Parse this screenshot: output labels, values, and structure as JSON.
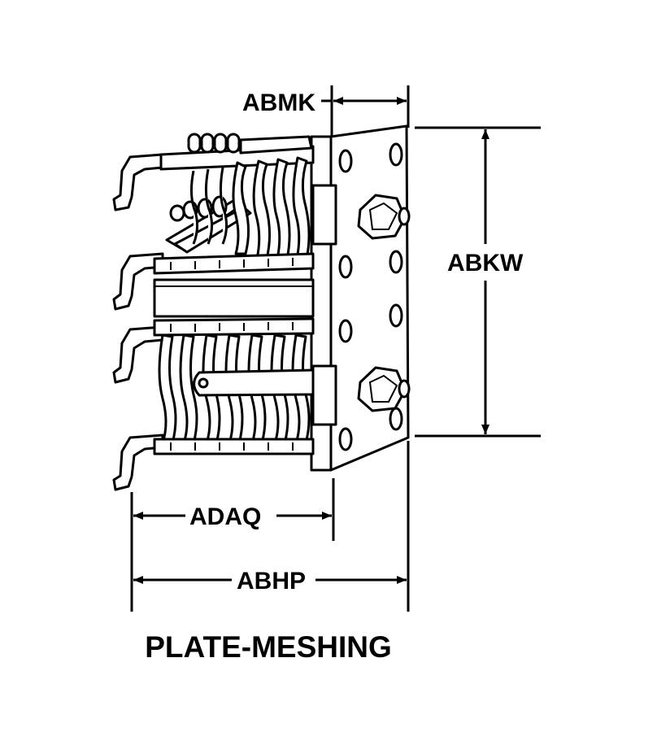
{
  "diagram": {
    "title": "PLATE-MESHING",
    "dimensions": {
      "top_offset": "ABMK",
      "height": "ABKW",
      "stack_length": "ADAQ",
      "overall_length": "ABHP"
    }
  },
  "colors": {
    "line": "#000000",
    "background": "#ffffff"
  }
}
